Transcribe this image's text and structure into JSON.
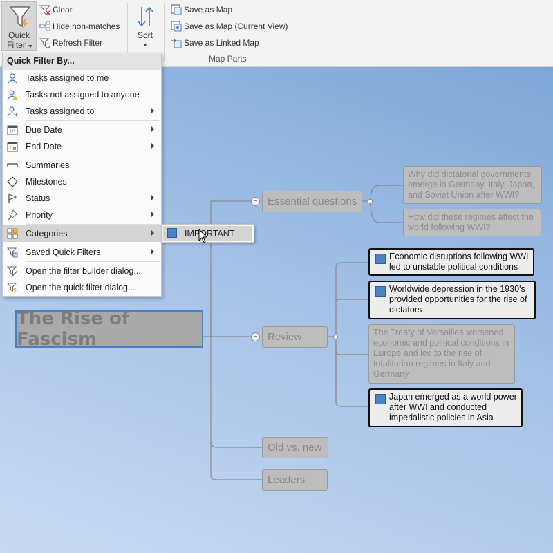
{
  "ribbon": {
    "quick_filter": {
      "label_line1": "Quick",
      "label_line2": "Filter"
    },
    "clear_label": "Clear",
    "hide_non_matches_label": "Hide non-matches",
    "refresh_filter_label": "Refresh Filter",
    "sort_label": "Sort",
    "save_as_map_label": "Save as Map",
    "save_as_map_current_label": "Save as Map (Current View)",
    "save_as_linked_map_label": "Save as Linked Map",
    "map_parts_group": "Map Parts"
  },
  "menu": {
    "header": "Quick Filter By...",
    "items": [
      {
        "label": "Tasks assigned to me",
        "icon": "person-icon",
        "submenu": false
      },
      {
        "label": "Tasks not assigned to anyone",
        "icon": "person-warning-icon",
        "submenu": false
      },
      {
        "label": "Tasks assigned to",
        "icon": "person-arrow-icon",
        "submenu": true
      },
      {
        "label": "Due Date",
        "icon": "calendar-icon",
        "submenu": true
      },
      {
        "label": "End Date",
        "icon": "calendar-end-icon",
        "submenu": true
      },
      {
        "label": "Summaries",
        "icon": "summary-bracket-icon",
        "submenu": false
      },
      {
        "label": "Milestones",
        "icon": "diamond-icon",
        "submenu": false
      },
      {
        "label": "Status",
        "icon": "flag-icon",
        "submenu": true
      },
      {
        "label": "Priority",
        "icon": "pin-icon",
        "submenu": true
      },
      {
        "label": "Categories",
        "icon": "categories-icon",
        "submenu": true
      },
      {
        "label": "Saved Quick Filters",
        "icon": "saved-filter-icon",
        "submenu": true
      },
      {
        "label": "Open the filter builder dialog...",
        "icon": "filter-builder-icon",
        "submenu": false
      },
      {
        "label": "Open the quick filter dialog...",
        "icon": "quick-filter-dialog-icon",
        "submenu": false
      }
    ],
    "categories_submenu": {
      "label": "IMPORTANT",
      "color": "#4a83c6"
    }
  },
  "map": {
    "central": "The Rise of Fascism",
    "branches": {
      "essential": "Essential questions",
      "review": "Review",
      "old_new": "Old vs. new",
      "leaders": "Leaders"
    },
    "essential_topics": [
      "Why did dictatorial governments emerge in Germany, Italy, Japan, and Soviet Union after WWI?",
      "How did these regimes affect the world following WWI?"
    ],
    "review_topics": [
      {
        "text": "Economic disruptions following WWI led to unstable political conditions",
        "highlighted": true
      },
      {
        "text": "Worldwide depression in the 1930's provided opportunities for the rise of dictators",
        "highlighted": true
      },
      {
        "text": "The Treaty of Versailles worsened economic and political conditions in Europe and led to the rise of totalitarian regimes in Italy and Germany",
        "highlighted": false
      },
      {
        "text": "Japan emerged as a world power after WWI and conducted imperialistic policies in Asia",
        "highlighted": true
      }
    ],
    "collapse_symbol": "−"
  },
  "colors": {
    "accent_blue": "#4a7fc4",
    "category_important": "#4a83c6"
  }
}
